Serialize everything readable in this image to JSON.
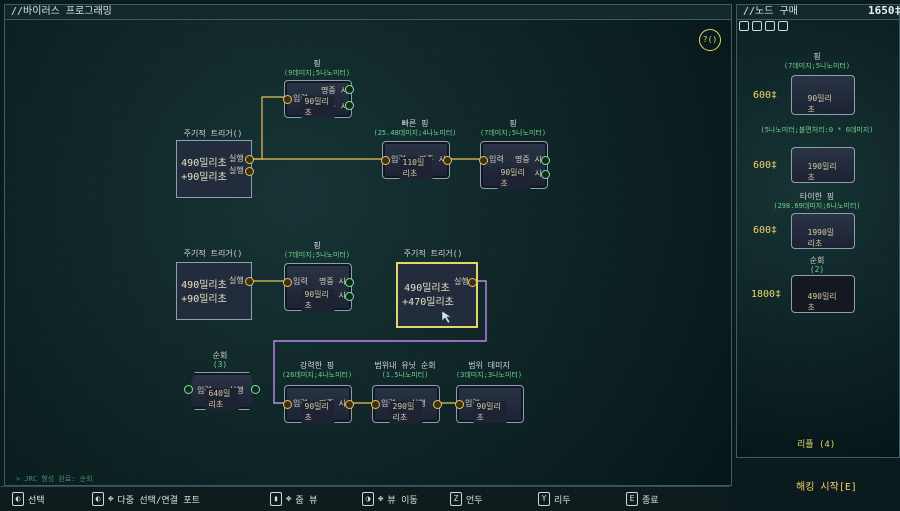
{
  "left_panel": {
    "title": "//바이러스 프로그래밍"
  },
  "right_panel": {
    "title": "//노드 구매",
    "credits": "1650‡",
    "rules_label": "리플 (4)",
    "start_label": "해킹 시작[E]"
  },
  "help_button": "?()",
  "status_log": "> JRC 형성 완료: 순회",
  "common": {
    "input": "입력",
    "exec": "실행",
    "on_hit": "명중 시"
  },
  "nodes": {
    "ping1": {
      "title": "핑",
      "sub": "(9데미지;5나노미터)",
      "cap": "90밀리초"
    },
    "fast_ping": {
      "title": "빠른 핑",
      "sub": "(25.48데미지;4나노미터)",
      "cap": "110밀리초"
    },
    "ping2": {
      "title": "핑",
      "sub": "(7데미지;5나노미터)",
      "cap": "90밀리초"
    },
    "trigger1": {
      "title": "주기적 트리거()",
      "v1": "490밀리초",
      "v2": "+90밀리초"
    },
    "trigger2": {
      "title": "주기적 트리거()",
      "v1": "490밀리초",
      "v2": "+90밀리초"
    },
    "ping3": {
      "title": "핑",
      "sub": "(7데미지;5나노미터)",
      "cap": "90밀리초"
    },
    "trigger3": {
      "title": "주기적 트리거()",
      "v1": "490밀리초",
      "v2": "+470밀리초"
    },
    "loop1": {
      "title": "순회",
      "sub": "(3)",
      "cap": "640밀리초"
    },
    "strong_ping": {
      "title": "강력한 핑",
      "sub": "(26데미지;4나노미터)",
      "cap": "90밀리초"
    },
    "range_loop": {
      "title": "범위내 유닛 순회",
      "sub": "(1.5나노미터)",
      "cap": "290밀리초"
    },
    "area_dmg": {
      "title": "범위 데미지",
      "sub": "(3데미지;3나노미터)",
      "cap": "90밀리초"
    }
  },
  "shop": [
    {
      "title": "핑",
      "sub": "(7데미지;5나노미터)",
      "price": "600‡",
      "cap": "90밀리초"
    },
    {
      "title": "",
      "sub": "(5나노미터;블편처리:0 * 6데미지)",
      "price": "600‡",
      "cap": "190밀리초"
    },
    {
      "title": "타이한 핑",
      "sub": "(298.69데미지;6나노미터)",
      "price": "600‡",
      "cap": "1990밀리초"
    },
    {
      "title": "순회",
      "sub": "(2)",
      "price": "1800‡",
      "cap": "490밀리초"
    }
  ],
  "bottom_hints": [
    {
      "key": "●",
      "label": "선택"
    },
    {
      "key": "●",
      "label": "다중 선택/연결 포트"
    },
    {
      "key": "●",
      "label": "줌 뷰"
    },
    {
      "key": "●",
      "label": "뷰 이동"
    },
    {
      "key": "Z",
      "label": "언두"
    },
    {
      "key": "Y",
      "label": "리두"
    },
    {
      "key": "E",
      "label": "종료"
    }
  ]
}
